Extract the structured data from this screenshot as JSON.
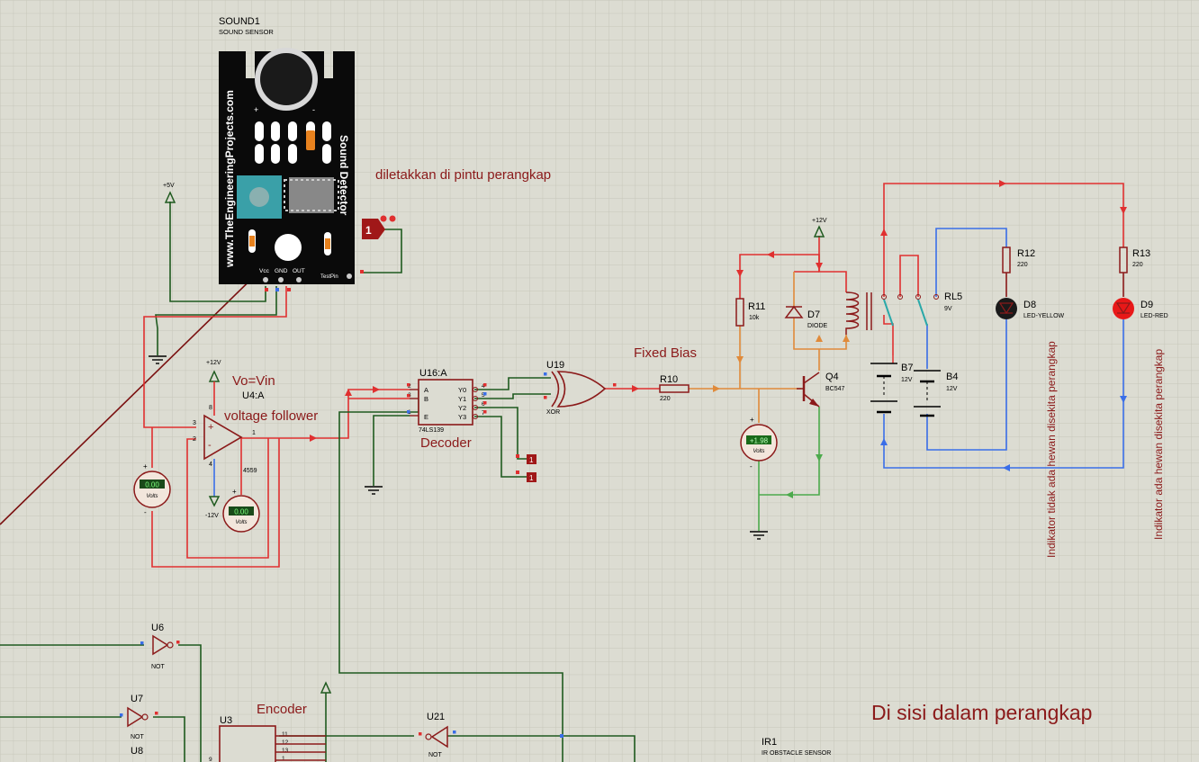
{
  "colors": {
    "background": "#dcdcd2",
    "grid": "#c8c8bc",
    "wire_green": "#1f5a1f",
    "wire_red": "#e03030",
    "wire_blue": "#3a6ee8",
    "wire_orange": "#e08a3a",
    "wire_lightgreen": "#4caa4c",
    "component": "#8b1a1a",
    "annotation": "#8b1a1a"
  },
  "sound_sensor": {
    "ref": "SOUND1",
    "type": "SOUND SENSOR",
    "website": "www.TheEngineeringProjects.com",
    "name": "Sound Detector",
    "pins": [
      "Vcc",
      "GND",
      "OUT"
    ],
    "testpin": "TestPin",
    "plus": "+",
    "minus": "-"
  },
  "texts": {
    "door_note": "diletakkan di pintu perangkap",
    "vo_vin": "Vo=Vin",
    "voltage_follower": "voltage follower",
    "fixed_bias": "Fixed Bias",
    "decoder": "Decoder",
    "encoder": "Encoder",
    "inside_trap": "Di sisi dalam perangkap",
    "indicator_no_animal": "Indikator tidak ada hewan disekita perangkap",
    "indicator_animal": "Indikator ada hewan disekita perangkap"
  },
  "power": {
    "p5": "+5V",
    "p12a": "+12V",
    "p12b": "+12V",
    "m12": "-12V"
  },
  "opamp": {
    "ref": "U4:A",
    "part": "4559",
    "plus": "+",
    "minus": "-",
    "pin3": "3",
    "pin2": "2",
    "pin1": "1",
    "pin8": "8",
    "pin4": "4"
  },
  "voltmeters": {
    "v1": "0.00",
    "v2": "0.00",
    "v3": "+1.98",
    "unit": "Volts"
  },
  "decoder_ic": {
    "ref": "U16:A",
    "part": "74LS139",
    "inputs": [
      "A",
      "B",
      "E"
    ],
    "outputs": [
      "Y0",
      "Y1",
      "Y2",
      "Y3"
    ],
    "in_pins": [
      "2",
      "3",
      "1"
    ],
    "out_pins": [
      "4",
      "5",
      "6",
      "7"
    ]
  },
  "xor_gate": {
    "ref": "U19",
    "part": "XOR"
  },
  "logic_probes": {
    "p1": "1",
    "p2": "1",
    "p3": "1"
  },
  "resistors": {
    "r10": {
      "ref": "R10",
      "value": "220"
    },
    "r11": {
      "ref": "R11",
      "value": "10k"
    },
    "r12": {
      "ref": "R12",
      "value": "220"
    },
    "r13": {
      "ref": "R13",
      "value": "220"
    }
  },
  "diode": {
    "ref": "D7",
    "part": "DIODE"
  },
  "transistor": {
    "ref": "Q4",
    "part": "BC547"
  },
  "relay": {
    "ref": "RL5",
    "value": "9V"
  },
  "batteries": {
    "b7": {
      "ref": "B7",
      "value": "12V"
    },
    "b4": {
      "ref": "B4",
      "value": "12V"
    }
  },
  "leds": {
    "d8": {
      "ref": "D8",
      "part": "LED-YELLOW"
    },
    "d9": {
      "ref": "D9",
      "part": "LED-RED"
    }
  },
  "not_gates": {
    "u6": {
      "ref": "U6",
      "part": "NOT"
    },
    "u7": {
      "ref": "U7",
      "part": "NOT"
    },
    "u8": {
      "ref": "U8"
    },
    "u21": {
      "ref": "U21",
      "part": "NOT"
    }
  },
  "encoder_ic": {
    "ref": "U3",
    "pins": [
      "11",
      "12",
      "13",
      "1"
    ],
    "pin9": "9"
  },
  "ir_sensor": {
    "ref": "IR1",
    "type": "IR OBSTACLE SENSOR"
  }
}
